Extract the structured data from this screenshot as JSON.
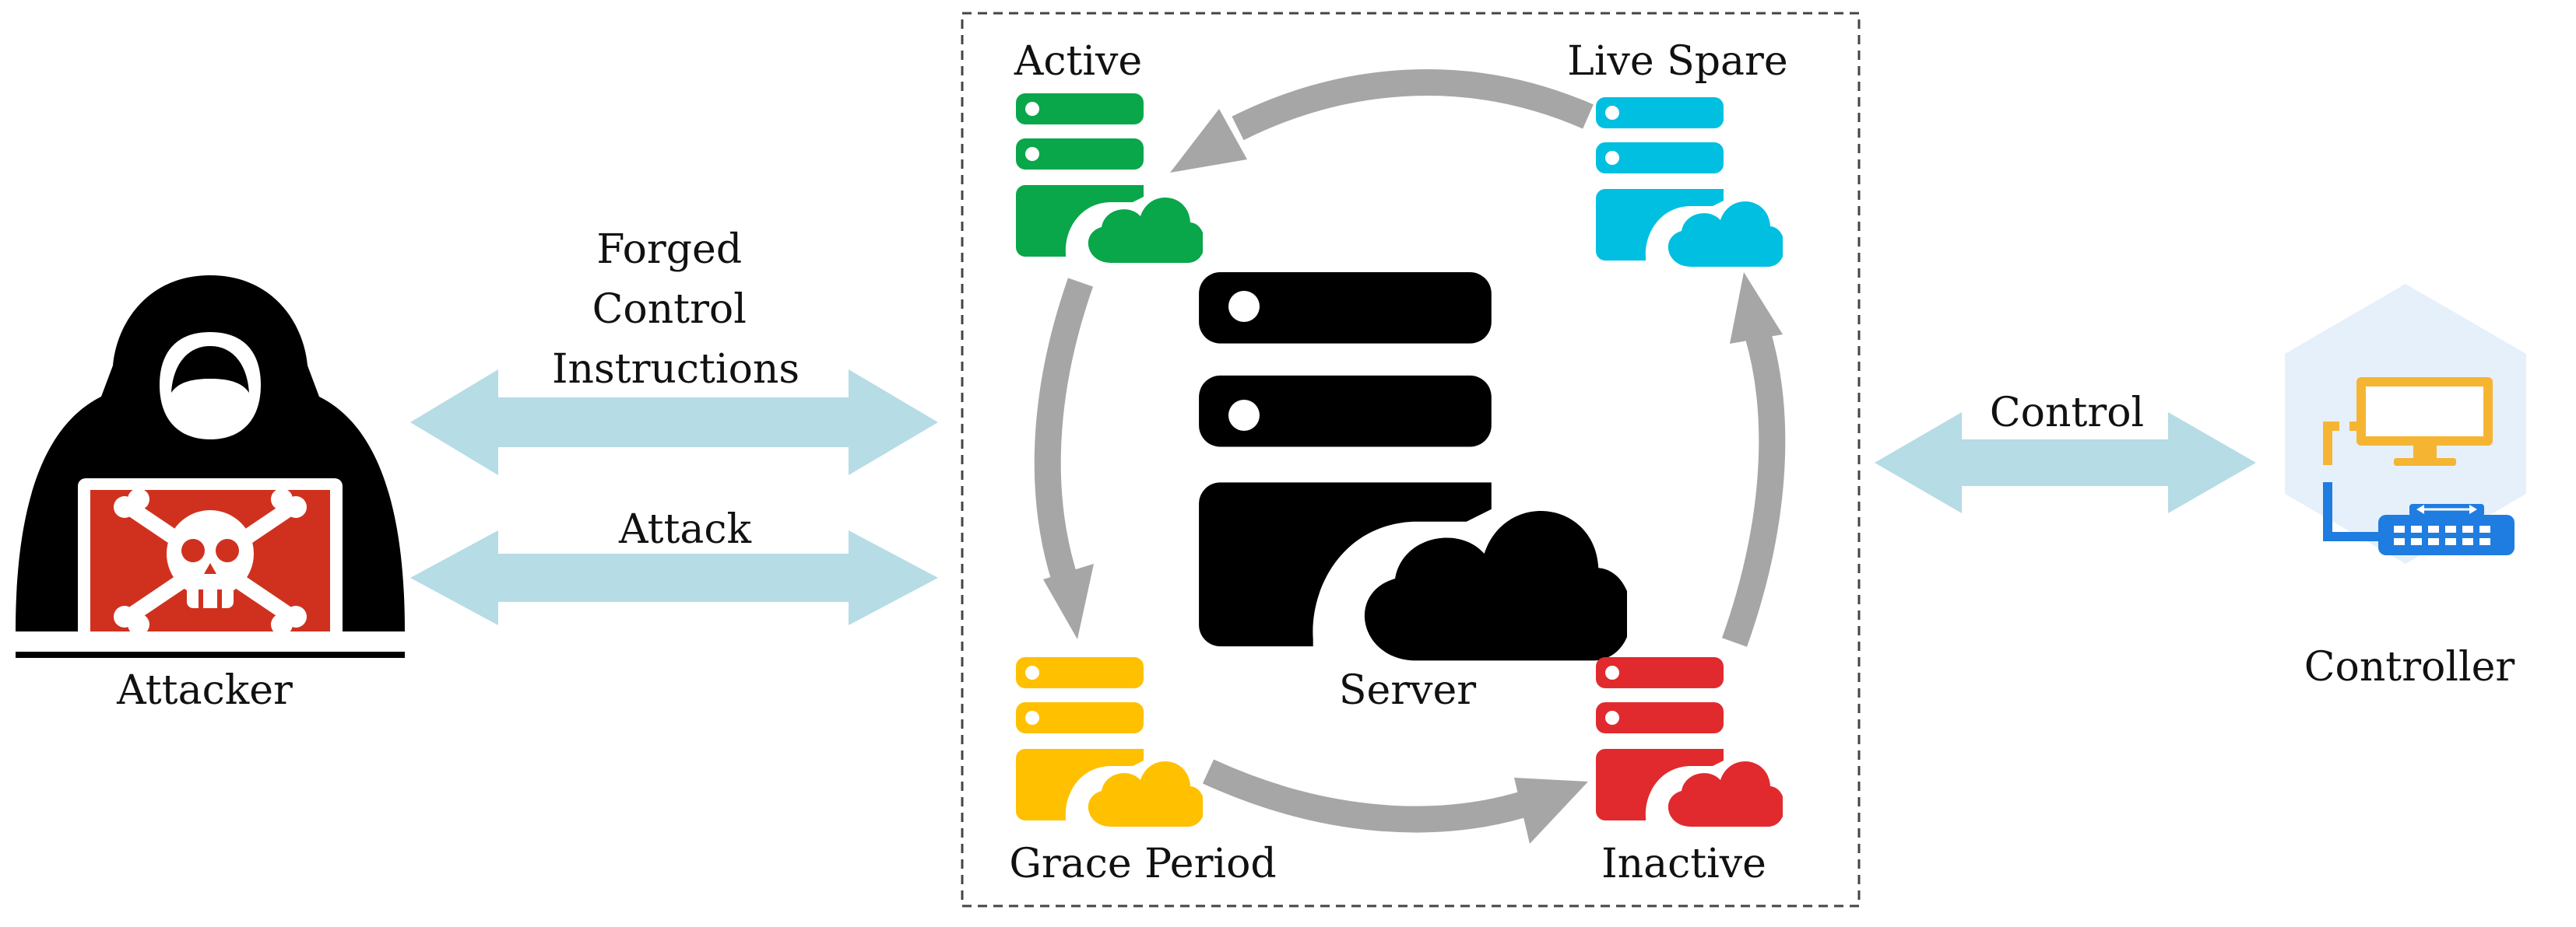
{
  "attacker": {
    "label": "Attacker",
    "icon": "hooded-attacker-icon",
    "laptop_color": "#d0311f"
  },
  "links": {
    "forged": {
      "lines": [
        "Forged",
        "Control",
        "Instructions"
      ]
    },
    "attack": {
      "label": "Attack"
    },
    "control": {
      "label": "Control"
    },
    "arrow_color": "#b6dce6"
  },
  "server": {
    "label": "Server",
    "icon": "server-cloud-icon",
    "color": "#000000",
    "states": [
      {
        "id": "active",
        "label": "Active",
        "color": "#0aa64a"
      },
      {
        "id": "live-spare",
        "label": "Live Spare",
        "color": "#00bfe0"
      },
      {
        "id": "inactive",
        "label": "Inactive",
        "color": "#e12a2e"
      },
      {
        "id": "grace-period",
        "label": "Grace Period",
        "color": "#ffc000"
      }
    ],
    "cycle_arrow_color": "#a6a6a6"
  },
  "controller": {
    "label": "Controller",
    "icon": "controller-network-icon",
    "hex_color": "#e6f0fb",
    "monitor_color": "#f5b533",
    "switch_color": "#1f7ce0"
  }
}
